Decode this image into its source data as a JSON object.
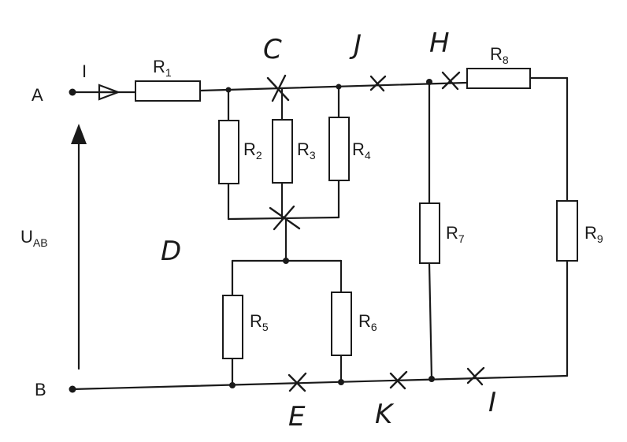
{
  "terminals": {
    "a": "A",
    "b": "B"
  },
  "current": {
    "label": "I"
  },
  "voltage": {
    "main": "U",
    "sub": "AB"
  },
  "resistors": [
    {
      "main": "R",
      "sub": "1"
    },
    {
      "main": "R",
      "sub": "2"
    },
    {
      "main": "R",
      "sub": "3"
    },
    {
      "main": "R",
      "sub": "4"
    },
    {
      "main": "R",
      "sub": "5"
    },
    {
      "main": "R",
      "sub": "6"
    },
    {
      "main": "R",
      "sub": "7"
    },
    {
      "main": "R",
      "sub": "8"
    },
    {
      "main": "R",
      "sub": "9"
    }
  ],
  "nodes": {
    "c": "C",
    "j": "J",
    "h": "H",
    "d": "D",
    "e": "E",
    "k": "K",
    "i": "I"
  }
}
